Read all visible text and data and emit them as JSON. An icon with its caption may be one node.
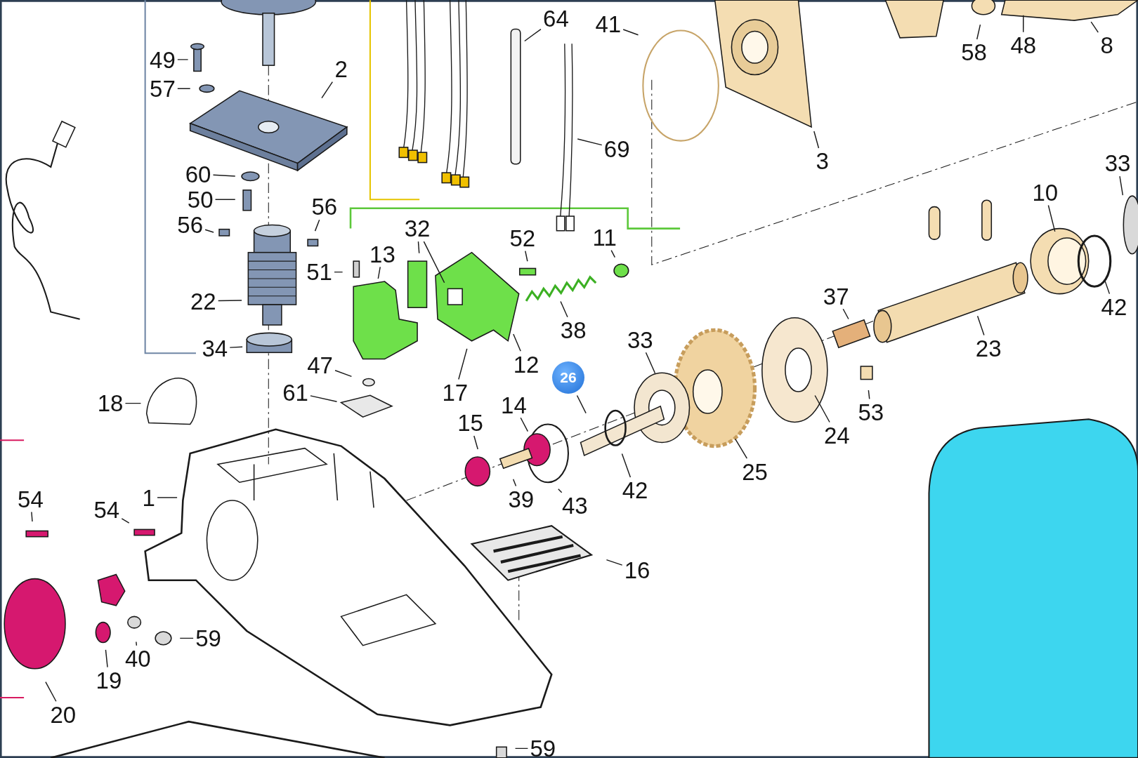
{
  "diagram": {
    "nodes": [
      {
        "text": [
          "64"
        ]
      },
      {
        "text": [
          "41"
        ]
      },
      {
        "text": [
          "58"
        ]
      },
      {
        "text": [
          "48"
        ]
      },
      {
        "text": [
          "8"
        ]
      },
      {
        "text": [
          "49"
        ]
      },
      {
        "text": [
          "2"
        ]
      },
      {
        "text": [
          "57"
        ]
      },
      {
        "text": [
          "69"
        ]
      },
      {
        "text": [
          "3"
        ]
      },
      {
        "text": [
          "33"
        ]
      },
      {
        "text": [
          "60"
        ]
      },
      {
        "text": [
          "10"
        ]
      },
      {
        "text": [
          "50"
        ]
      },
      {
        "text": [
          "56"
        ]
      },
      {
        "text": [
          "56"
        ]
      },
      {
        "text": [
          "32"
        ]
      },
      {
        "text": [
          "52"
        ]
      },
      {
        "text": [
          "11"
        ]
      },
      {
        "text": [
          "13"
        ]
      },
      {
        "text": [
          "51"
        ]
      },
      {
        "text": [
          "37"
        ]
      },
      {
        "text": [
          "22"
        ]
      },
      {
        "text": [
          "42"
        ]
      },
      {
        "text": [
          "38"
        ]
      },
      {
        "text": [
          "33"
        ]
      },
      {
        "text": [
          "34"
        ]
      },
      {
        "text": [
          "23"
        ]
      },
      {
        "text": [
          "12"
        ]
      },
      {
        "text": [
          "47"
        ]
      },
      {
        "text": [
          "26"
        ]
      },
      {
        "text": [
          "61"
        ]
      },
      {
        "text": [
          "17"
        ]
      },
      {
        "text": [
          "18"
        ]
      },
      {
        "text": [
          "14"
        ]
      },
      {
        "text": [
          "53"
        ]
      },
      {
        "text": [
          "15"
        ]
      },
      {
        "text": [
          "24"
        ]
      },
      {
        "text": [
          "25"
        ]
      },
      {
        "text": [
          "42"
        ]
      },
      {
        "text": [
          "1"
        ]
      },
      {
        "text": [
          "39"
        ]
      },
      {
        "text": [
          "54"
        ]
      },
      {
        "text": [
          "54"
        ]
      },
      {
        "text": [
          "43"
        ]
      },
      {
        "text": [
          "16"
        ]
      },
      {
        "text": [
          "59"
        ]
      },
      {
        "text": [
          "40"
        ]
      },
      {
        "text": [
          "19"
        ]
      },
      {
        "text": [
          "20"
        ]
      },
      {
        "text": [
          "59"
        ]
      }
    ],
    "edges": [
      {
        "from": 0,
        "to": null,
        "arrow": "none"
      },
      {
        "from": 1,
        "to": null,
        "arrow": "none"
      },
      {
        "from": 2,
        "to": null,
        "arrow": "none"
      },
      {
        "from": 3,
        "to": null,
        "arrow": "none"
      },
      {
        "from": 4,
        "to": null,
        "arrow": "none"
      },
      {
        "from": 5,
        "to": null,
        "arrow": "none"
      },
      {
        "from": 6,
        "to": null,
        "arrow": "none"
      },
      {
        "from": 7,
        "to": null,
        "arrow": "none"
      },
      {
        "from": 8,
        "to": null,
        "arrow": "none"
      },
      {
        "from": 9,
        "to": null,
        "arrow": "none"
      },
      {
        "from": 10,
        "to": null,
        "arrow": "none"
      },
      {
        "from": 11,
        "to": null,
        "arrow": "none"
      },
      {
        "from": 12,
        "to": null,
        "arrow": "none"
      },
      {
        "from": 13,
        "to": null,
        "arrow": "none"
      },
      {
        "from": 14,
        "to": null,
        "arrow": "none"
      },
      {
        "from": 15,
        "to": null,
        "arrow": "none"
      },
      {
        "from": 16,
        "to": null,
        "arrow": "none"
      },
      {
        "from": 16,
        "to": null,
        "arrow": "none"
      },
      {
        "from": 17,
        "to": null,
        "arrow": "none"
      },
      {
        "from": 18,
        "to": null,
        "arrow": "none"
      },
      {
        "from": 19,
        "to": null,
        "arrow": "none"
      },
      {
        "from": 20,
        "to": null,
        "arrow": "none"
      },
      {
        "from": 21,
        "to": null,
        "arrow": "none"
      },
      {
        "from": 22,
        "to": null,
        "arrow": "none"
      },
      {
        "from": 23,
        "to": null,
        "arrow": "none"
      },
      {
        "from": 24,
        "to": null,
        "arrow": "none"
      },
      {
        "from": 25,
        "to": null,
        "arrow": "none"
      },
      {
        "from": 26,
        "to": null,
        "arrow": "none"
      },
      {
        "from": 27,
        "to": null,
        "arrow": "none"
      },
      {
        "from": 28,
        "to": null,
        "arrow": "none"
      },
      {
        "from": 29,
        "to": null,
        "arrow": "none"
      },
      {
        "from": 30,
        "to": null,
        "arrow": "none"
      },
      {
        "from": 31,
        "to": null,
        "arrow": "none"
      },
      {
        "from": 32,
        "to": null,
        "arrow": "none"
      },
      {
        "from": 33,
        "to": null,
        "arrow": "none"
      },
      {
        "from": 34,
        "to": null,
        "arrow": "none"
      },
      {
        "from": 35,
        "to": null,
        "arrow": "none"
      },
      {
        "from": 36,
        "to": null,
        "arrow": "none"
      },
      {
        "from": 37,
        "to": null,
        "arrow": "none"
      },
      {
        "from": 38,
        "to": null,
        "arrow": "none"
      },
      {
        "from": 39,
        "to": null,
        "arrow": "none"
      },
      {
        "from": 40,
        "to": null,
        "arrow": "none"
      },
      {
        "from": 41,
        "to": null,
        "arrow": "none"
      },
      {
        "from": 42,
        "to": null,
        "arrow": "none"
      },
      {
        "from": 43,
        "to": null,
        "arrow": "none"
      },
      {
        "from": 44,
        "to": null,
        "arrow": "none"
      },
      {
        "from": 45,
        "to": null,
        "arrow": "none"
      },
      {
        "from": 46,
        "to": null,
        "arrow": "none"
      },
      {
        "from": 47,
        "to": null,
        "arrow": "none"
      },
      {
        "from": 48,
        "to": null,
        "arrow": "none"
      },
      {
        "from": 49,
        "to": null,
        "arrow": "none"
      },
      {
        "from": 50,
        "to": null,
        "arrow": "none"
      }
    ]
  }
}
